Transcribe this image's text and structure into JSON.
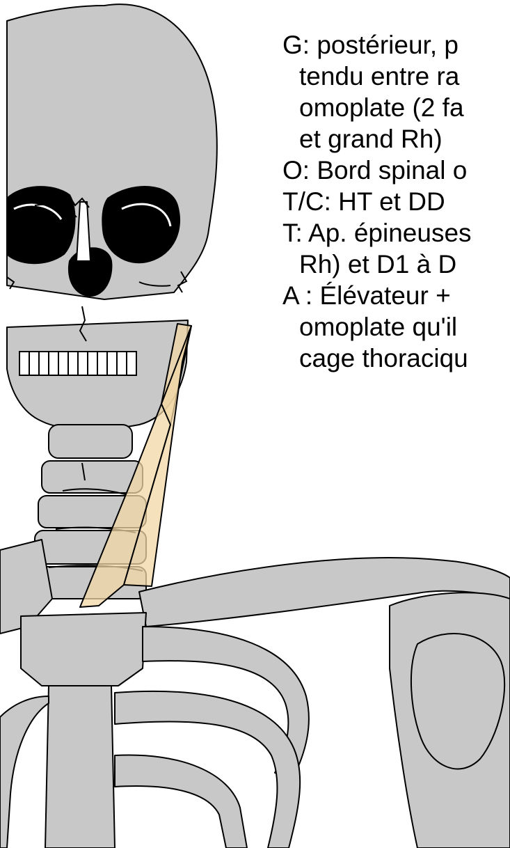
{
  "figure": {
    "muscle_color": "#f2d7a6",
    "bone_fill": "#c8c8c8",
    "outline_color": "#000000"
  },
  "caption": {
    "lines": [
      "G: postérieur, p",
      "tendu entre ra",
      "omoplate (2 fa",
      "et grand Rh)",
      "O: Bord spinal o",
      "T/C: HT et DD",
      "T: Ap. épineuses",
      "Rh) et D1 à D",
      "A  : Élévateur +",
      "omoplate qu'il",
      "cage thoraciqu"
    ]
  }
}
